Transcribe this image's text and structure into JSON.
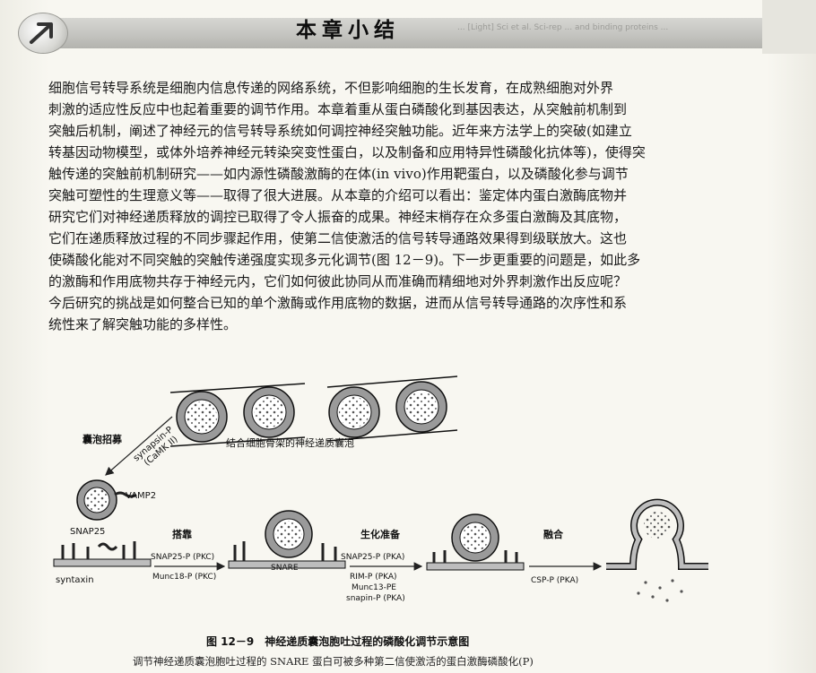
{
  "header": {
    "title": "本章小结",
    "ghost_text": "... [Light] Sci et al. Sci-rep ... and binding proteins ..."
  },
  "body": {
    "lines": [
      "细胞信号转导系统是细胞内信息传递的网络系统，不但影响细胞的生长发育，在成熟细胞对外界",
      "刺激的适应性反应中也起着重要的调节作用。本章着重从蛋白磷酸化到基因表达，从突触前机制到",
      "突触后机制，阐述了神经元的信号转导系统如何调控神经突触功能。近年来方法学上的突破(如建立",
      "转基因动物模型，或体外培养神经元转染突变性蛋白，以及制备和应用特异性磷酸化抗体等)，使得突",
      "触传递的突触前机制研究——如内源性磷酸激酶的在体(in vivo)作用靶蛋白，以及磷酸化参与调节",
      "突触可塑性的生理意义等——取得了很大进展。从本章的介绍可以看出：鉴定体内蛋白激酶底物并",
      "研究它们对神经递质释放的调控已取得了令人振奋的成果。神经末梢存在众多蛋白激酶及其底物，",
      "它们在递质释放过程的不同步骤起作用，使第二信使激活的信号转导通路效果得到级联放大。这也",
      "使磷酸化能对不同突触的突触传递强度实现多元化调节(图 12－9)。下一步更重要的问题是，如此多",
      "的激酶和作用底物共存于神经元内，它们如何彼此协同从而准确而精细地对外界刺激作出反应呢？",
      "今后研究的挑战是如何整合已知的单个激酶或作用底物的数据，进而从信号转导通路的次序性和系",
      "统性来了解突触功能的多样性。"
    ]
  },
  "figure": {
    "labels": {
      "recruit": "囊泡招募",
      "cytoskeleton_vesicle": "结合细胞骨架的神经递质囊泡",
      "synapsin": "synapsin-P",
      "camk": "(CaMK II)",
      "vamp2": "VAMP2",
      "snap25": "SNAP25",
      "syntaxin": "syntaxin",
      "docking": "搭靠",
      "snap25_pkc": "SNAP25-P (PKC)",
      "munc18_pkc": "Munc18-P (PKC)",
      "snare": "SNARE",
      "priming": "生化准备",
      "snap25_pka": "SNAP25-P (PKA)",
      "rim_pka": "RIM-P (PKA)",
      "munc13": "Munc13-PE",
      "snapin_pka": "snapin-P (PKA)",
      "fusion": "融合",
      "csp_pka": "CSP-P (PKA)"
    }
  },
  "caption": {
    "title": "图 12－9　神经递质囊泡胞吐过程的磷酸化调节示意图",
    "sub": "调节神经递质囊泡胞吐过程的 SNARE 蛋白可被多种第二信使激活的蛋白激酶磷酸化(P)"
  }
}
